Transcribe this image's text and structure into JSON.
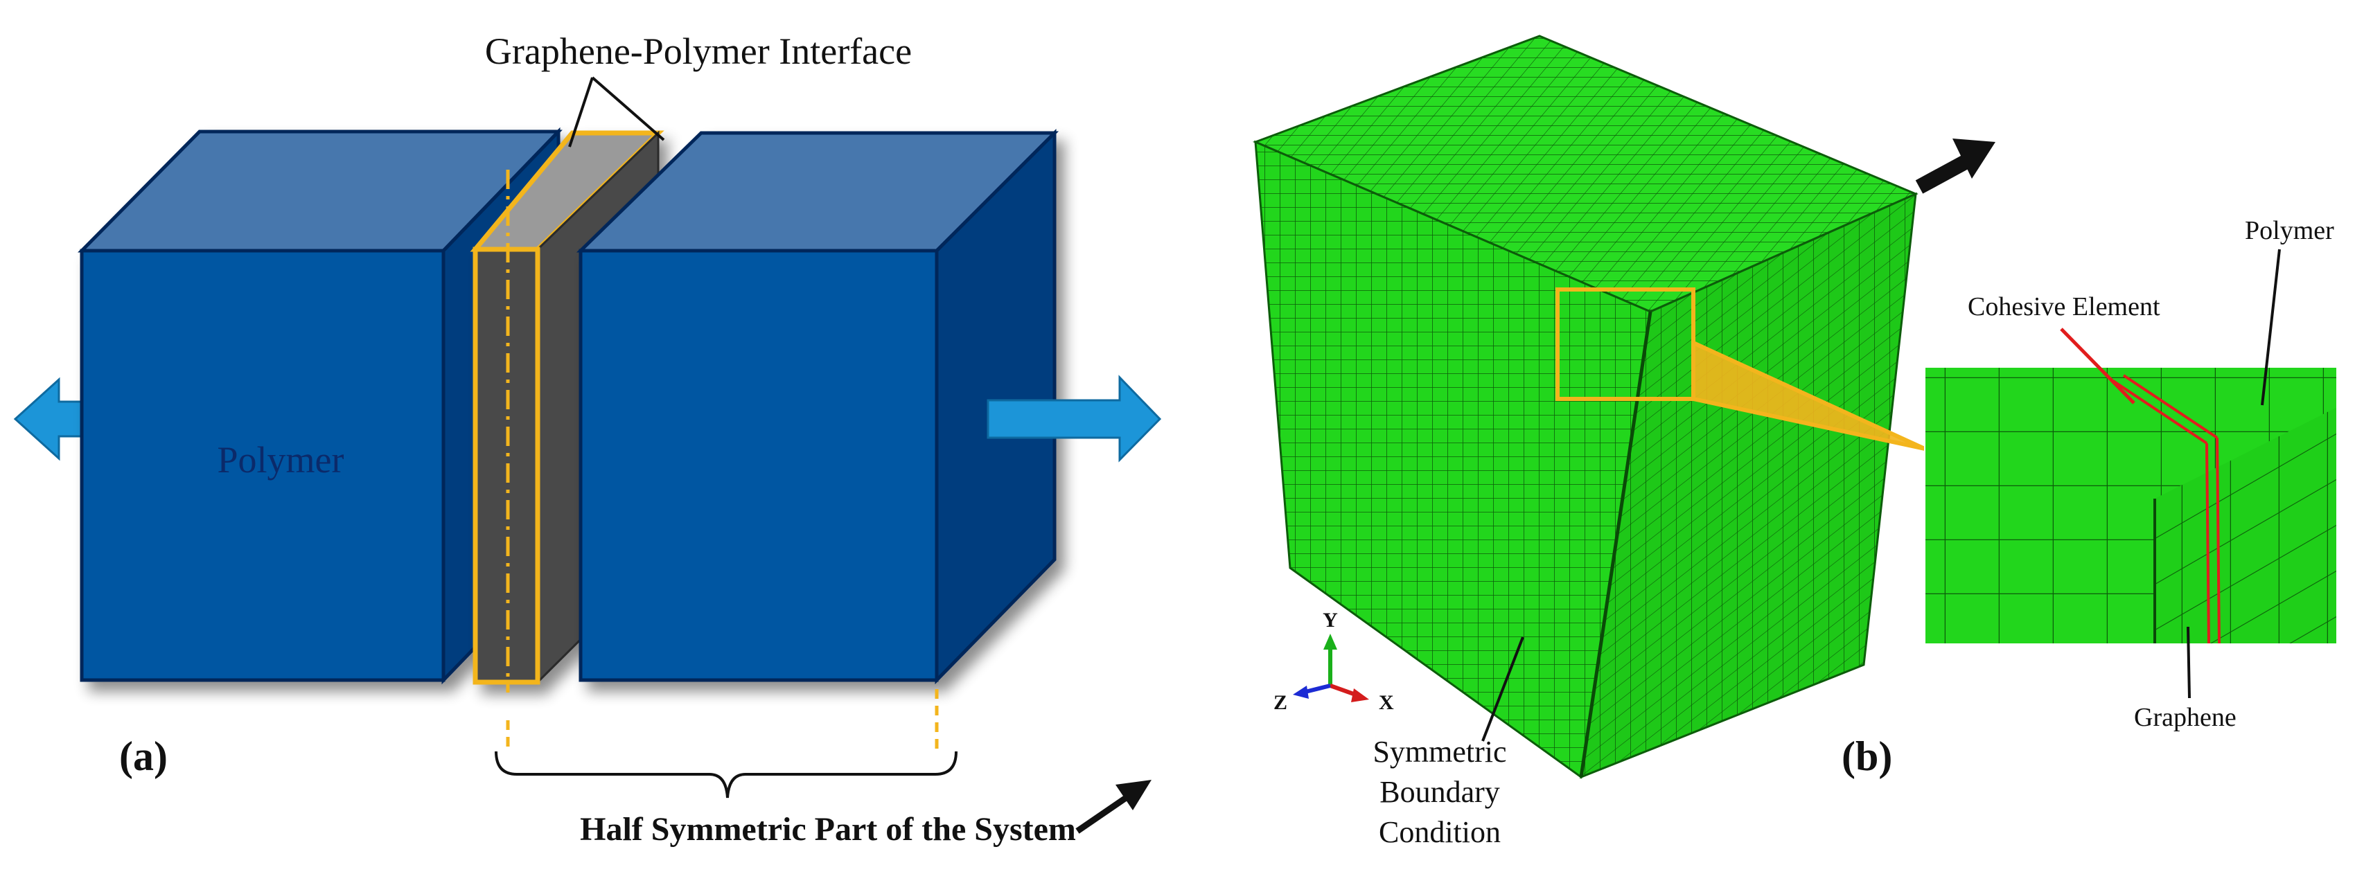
{
  "panel_a": {
    "interface_label": "Graphene-Polymer Interface",
    "polymer_label": "Polymer",
    "panel_label": "(a)",
    "symmetric_label": "Half Symmetric Part of the System"
  },
  "panel_b": {
    "panel_label": "(b)",
    "polymer_label": "Polymer",
    "cohesive_label": "Cohesive Element",
    "graphene_label": "Graphene",
    "boundary_label_line1": "Symmetric",
    "boundary_label_line2": "Boundary",
    "boundary_label_line3": "Condition",
    "axis_y": "Y",
    "axis_x": "X",
    "axis_z": "Z"
  },
  "colors": {
    "polymer_front": "#0456a2",
    "polymer_top": "#4777ad",
    "polymer_side": "#043d7e",
    "graphene_dark": "#484848",
    "graphene_light": "#9a9a9a",
    "highlight": "#f3b51d",
    "arrow_blue": "#1c95d8",
    "mesh_green": "#22d61c",
    "cohesive_red": "#e11d1d"
  },
  "icons": [
    "arrow-left-icon",
    "arrow-right-icon",
    "arrow-up-right-icon",
    "axis-triad-icon"
  ]
}
